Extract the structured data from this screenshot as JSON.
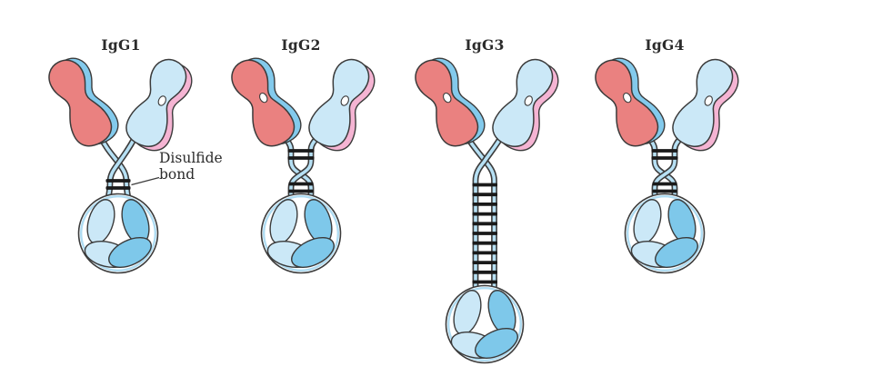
{
  "figure": {
    "background": "#ffffff",
    "annotation": {
      "text_line1": "Disulfide",
      "text_line2": "bond"
    }
  },
  "colors": {
    "light_chain_red": "#EA8180",
    "light_chain_pink": "#F5B4D3",
    "heavy_chain_pale_blue": "#CBE8F7",
    "heavy_chain_mid_blue": "#83CAEC",
    "strand_fill": "#B6E0F4",
    "fc_pale": "#CBE8F7",
    "fc_mid": "#7EC8EA",
    "fc_ring": "#AFDCF2",
    "outline": "#3B3B3B",
    "bond_black": "#1A1A1A",
    "text": "#2B2B2B"
  },
  "molecules": [
    {
      "label": "IgG1",
      "disulfide_bonds_above_crossover": 0,
      "disulfide_bonds_below_crossover": 2,
      "hinge_ladder_bonds": 0,
      "left_arm_waist_hole": false,
      "right_arm_waist_hole": true
    },
    {
      "label": "IgG2",
      "disulfide_bonds_above_crossover": 2,
      "disulfide_bonds_below_crossover": 2,
      "hinge_ladder_bonds": 0,
      "left_arm_waist_hole": true,
      "right_arm_waist_hole": true
    },
    {
      "label": "IgG3",
      "disulfide_bonds_above_crossover": 0,
      "disulfide_bonds_below_crossover": 0,
      "hinge_ladder_bonds": 11,
      "left_arm_waist_hole": true,
      "right_arm_waist_hole": true
    },
    {
      "label": "IgG4",
      "disulfide_bonds_above_crossover": 2,
      "disulfide_bonds_below_crossover": 2,
      "hinge_ladder_bonds": 0,
      "left_arm_waist_hole": true,
      "right_arm_waist_hole": true
    }
  ]
}
